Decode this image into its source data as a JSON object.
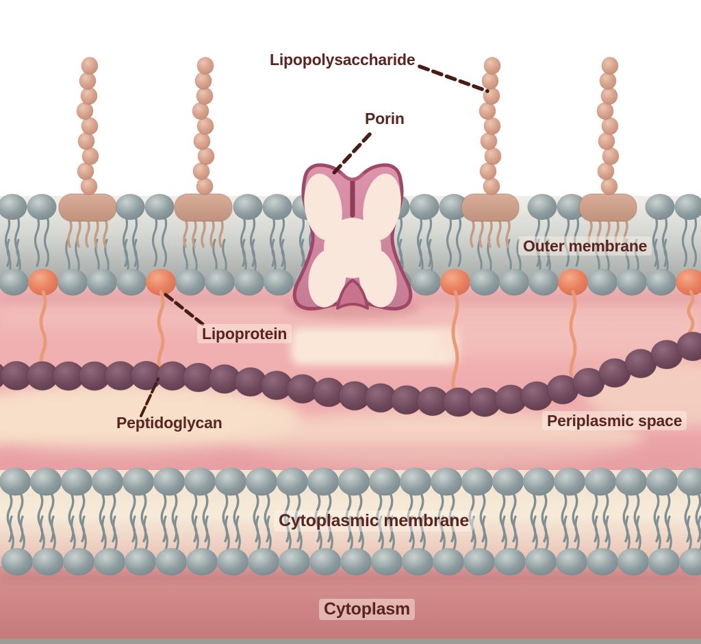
{
  "labels": {
    "lipopolysaccharide": "Lipopolysaccharide",
    "porin": "Porin",
    "outer_membrane": "Outer membrane",
    "lipoprotein": "Lipoprotein",
    "peptidoglycan": "Peptidoglycan",
    "periplasmic_space": "Periplasmic space",
    "cytoplasmic_membrane": "Cytoplasmic membrane",
    "cytoplasm": "Cytoplasm"
  },
  "colors": {
    "background": "#ffffff",
    "label_text": "#5a2420",
    "leader_line": "#471d16",
    "lipid_head_gray": "#8e9c9f",
    "lipid_tail_gray": "#7e9094",
    "lps_bead": "#d8a28c",
    "lps_anchor": "#cda08b",
    "lps_anchor_tail": "#c79a82",
    "lipoprotein_orange": "#e9815f",
    "lipoprotein_tail": "#e99b78",
    "peptidoglycan_bead": "#6f4a5c",
    "porin_outline": "#9e4766",
    "porin_fill": "#d18aa4",
    "porin_inner": "#f8e7da",
    "membrane_interior_gray_top": "#f1efe9",
    "membrane_interior_gray_bottom": "#a3a8a6",
    "periplasm_pink": "#eeacae",
    "periplasm_cream": "#f8e2cb",
    "cm_interior_cream": "#f6ead8",
    "cm_interior_pink": "#dda7a4",
    "cytoplasm_top": "#d89393",
    "cytoplasm_bottom": "#c47a7a",
    "bottom_strip": "#9d9d95"
  }
}
